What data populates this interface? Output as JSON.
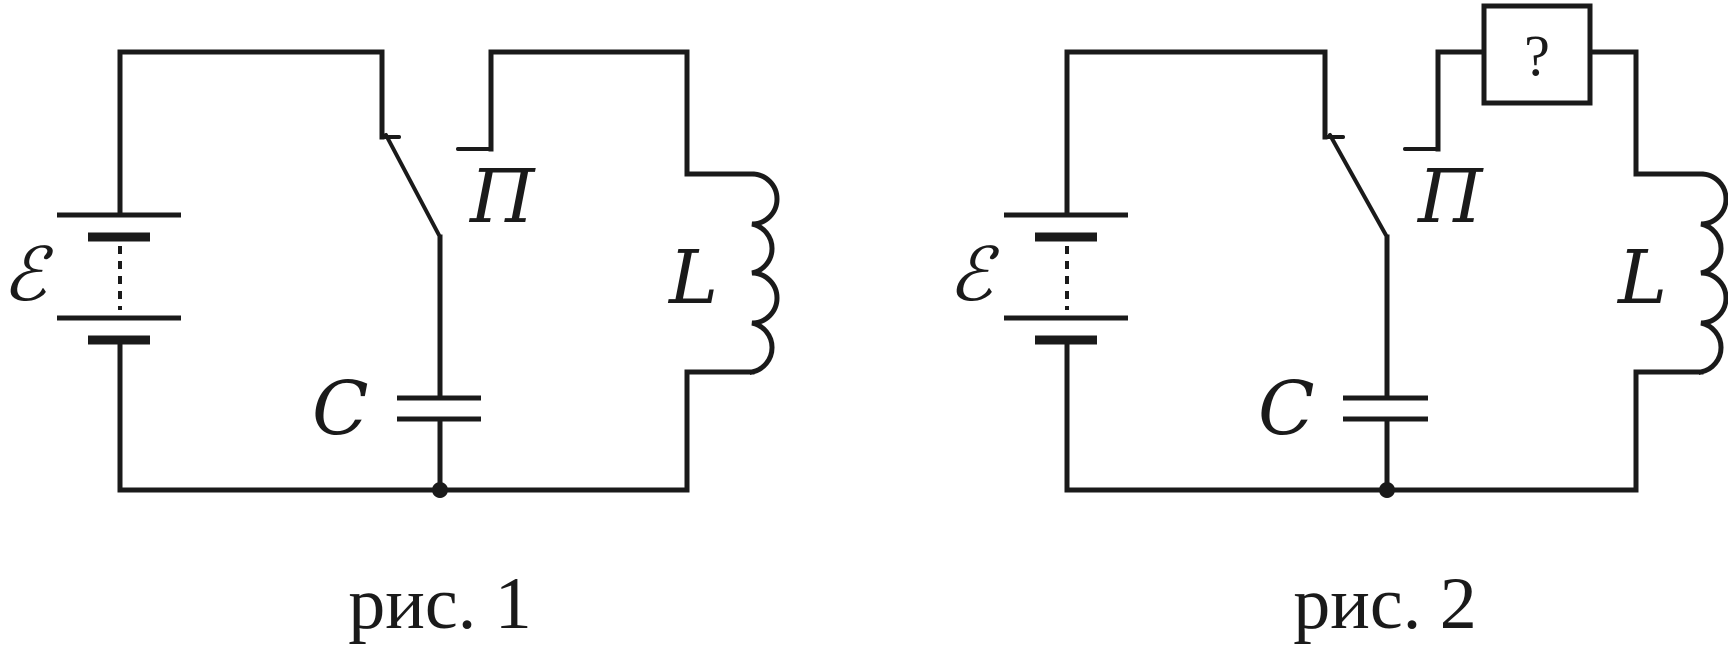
{
  "figures": [
    {
      "id": "fig1",
      "caption": "рис. 1",
      "emf_label": "ℰ",
      "switch_label": "П",
      "inductor_label": "L",
      "capacitor_label": "C"
    },
    {
      "id": "fig2",
      "caption": "рис. 2",
      "emf_label": "ℰ",
      "switch_label": "П",
      "inductor_label": "L",
      "capacitor_label": "C",
      "unknown_element_label": "?"
    }
  ]
}
